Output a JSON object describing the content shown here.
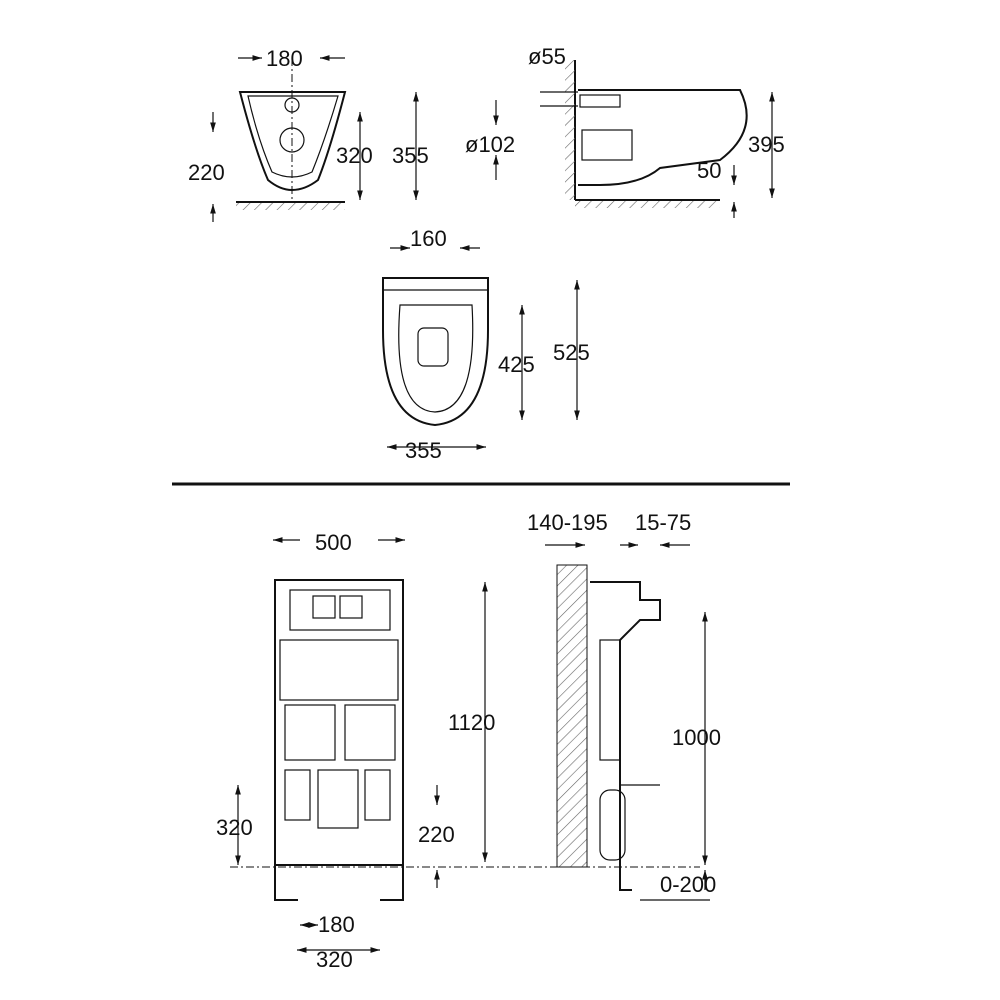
{
  "title": "Wall-hung toilet and concealed frame dimensions",
  "top_front": {
    "width_top": "180",
    "height_fix": "220",
    "height_outlet": "320",
    "height_total": "355"
  },
  "top_side": {
    "inlet_diameter": "ø55",
    "outlet_diameter": "ø102",
    "outlet_height": "50",
    "height_total": "395"
  },
  "top_plan": {
    "fix_spacing": "160",
    "fix_depth": "425",
    "depth_total": "525",
    "width": "355"
  },
  "frame_front": {
    "width": "500",
    "height": "1120",
    "outlet_height": "320",
    "inlet_height": "220",
    "fix_spacing": "180",
    "foot_spacing": "320"
  },
  "frame_side": {
    "wall_depth": "140-195",
    "offset": "15-75",
    "height": "1000",
    "floor_adjust": "0-200"
  }
}
